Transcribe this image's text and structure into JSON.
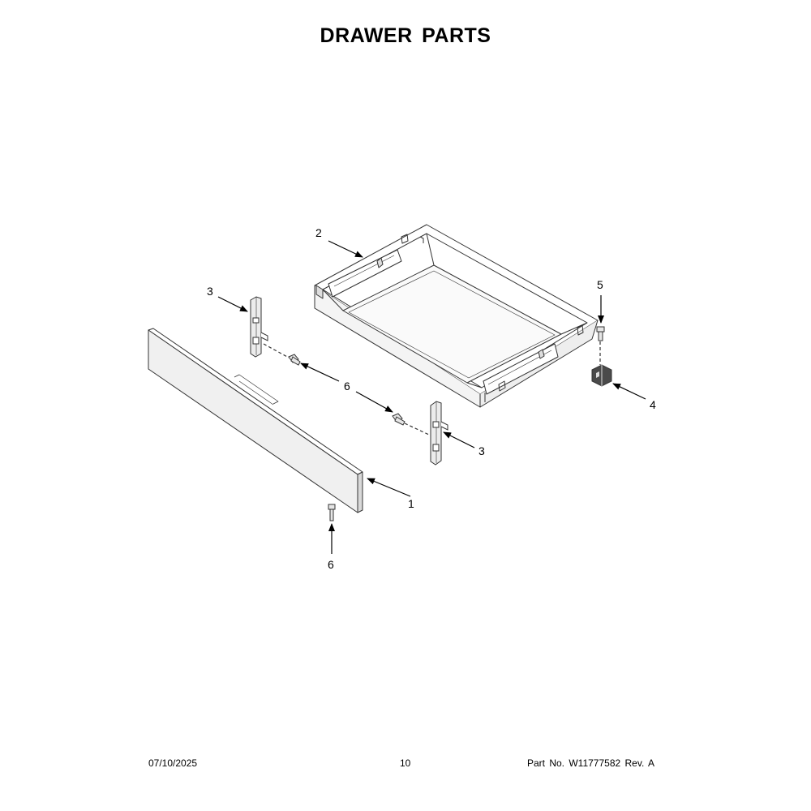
{
  "title": "DRAWER PARTS",
  "callouts": {
    "c1": "1",
    "c2": "2",
    "c3_left": "3",
    "c3_right": "3",
    "c4": "4",
    "c5": "5",
    "c6_upper": "6",
    "c6_lower": "6"
  },
  "footer": {
    "date": "07/10/2025",
    "page": "10",
    "part": "Part No.  W11777582  Rev.  A"
  }
}
